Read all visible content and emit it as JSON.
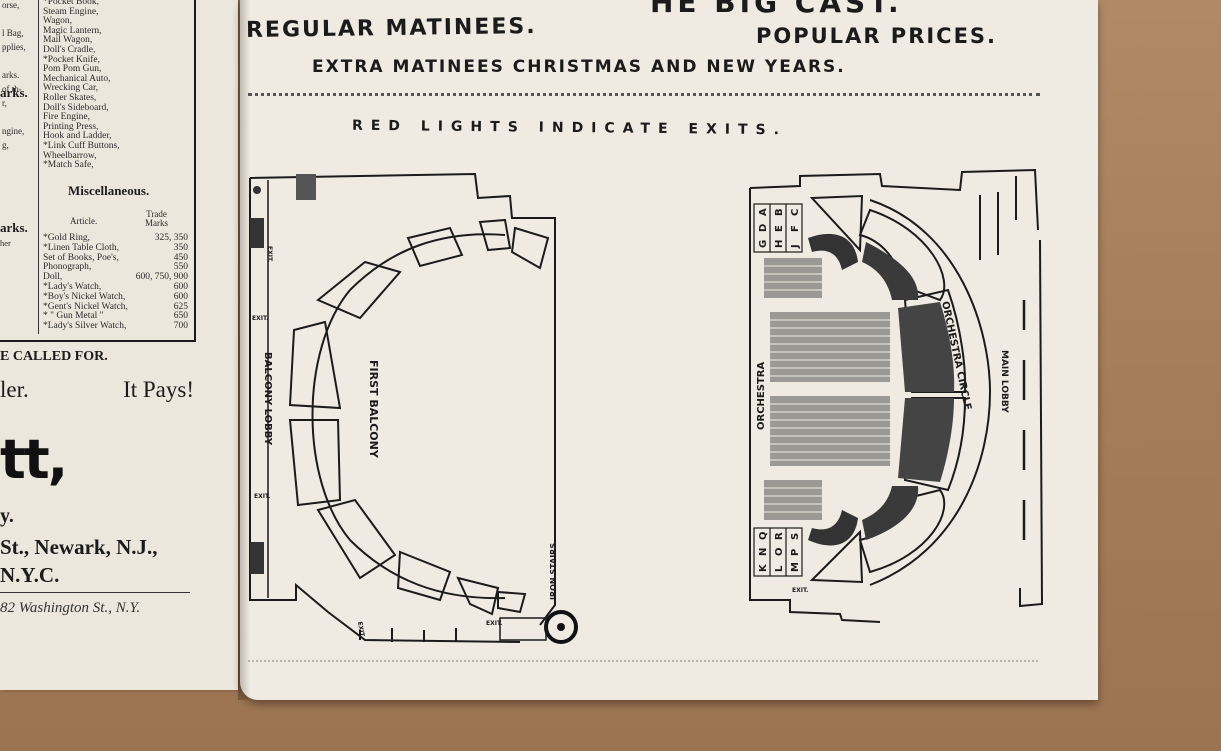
{
  "left_page": {
    "toy_col1": [
      "orse,",
      "",
      "l Bag,",
      "pplies,",
      "",
      "arks.",
      "of th-",
      "r,",
      "",
      "ngine,",
      "g,"
    ],
    "toy_items": [
      "*Pocket Book,",
      "Steam Engine,",
      "Wagon,",
      "Magic Lantern,",
      "Mail Wagon,",
      "Doll's Cradle,",
      "*Pocket Knife,",
      "Pom Pom Gun,",
      "Mechanical Auto,",
      "Wrecking Car,",
      "Roller Skates,",
      "Doll's Sideboard,",
      "Fire Engine,",
      "Printing Press,",
      "Hook and Ladder,",
      "*Link Cuff Buttons,",
      "Wheelbarrow,",
      "*Match Safe,"
    ],
    "misc_heading": "Miscellaneous.",
    "misc_article_header": "Article.",
    "misc_marks_header_1": "Trade",
    "misc_marks_header_2": "Marks",
    "misc_rows": [
      {
        "article": "*Gold Ring,",
        "marks": "325, 350"
      },
      {
        "article": "*Linen Table Cloth,",
        "marks": "350"
      },
      {
        "article": "Set of Books, Poe's,",
        "marks": "450"
      },
      {
        "article": "Phonograph,",
        "marks": "550"
      },
      {
        "article": "Doll,",
        "marks": "600, 750, 900"
      },
      {
        "article": "*Lady's Watch,",
        "marks": "600"
      },
      {
        "article": "*Boy's Nickel Watch,",
        "marks": "600"
      },
      {
        "article": "*Gent's Nickel Watch,",
        "marks": "625"
      },
      {
        "article": "* \" Gun Metal \"",
        "marks": "650"
      },
      {
        "article": "*Lady's Silver Watch,",
        "marks": "700"
      }
    ],
    "edge_marks_1": "arks.",
    "edge_marks_2": "arks.",
    "edge_her": "her",
    "called_for": "E CALLED FOR.",
    "ad_left": "ler.",
    "ad_pays": "It Pays!",
    "ad_big": "tt,",
    "ad_y": "y.",
    "ad_newark": "St., Newark, N.J.,",
    "ad_nyc": "N.Y.C.",
    "ad_washington": "82 Washington St., N.Y."
  },
  "right_page": {
    "top_cut": "HE BIG CAST.",
    "matinees": "REGULAR MATINEES.",
    "prices": "POPULAR PRICES.",
    "extra": "EXTRA MATINEES CHRISTMAS AND NEW YEARS.",
    "exits_note": "RED LIGHTS INDICATE EXITS.",
    "balcony_map": {
      "first_balcony": "FIRST BALCONY",
      "balcony_lobby": "BALCONY LOBBY",
      "iron_stairs": "IRON STAIRS",
      "exit": "EXIT."
    },
    "orchestra_map": {
      "orchestra": "ORCHESTRA",
      "orchestra_circle": "ORCHESTRA CIRCLE",
      "main_lobby": "MAIN LOBBY",
      "exit": "EXIT.",
      "boxes_top": [
        "A",
        "D",
        "G",
        "B",
        "E",
        "H",
        "C",
        "F",
        "J"
      ],
      "boxes_bottom": [
        "Q",
        "N",
        "K",
        "R",
        "O",
        "L",
        "S",
        "P",
        "M"
      ]
    }
  },
  "colors": {
    "paper": "#efebe2",
    "ink": "#1b1b1b",
    "cardboard": "#a9835f"
  }
}
